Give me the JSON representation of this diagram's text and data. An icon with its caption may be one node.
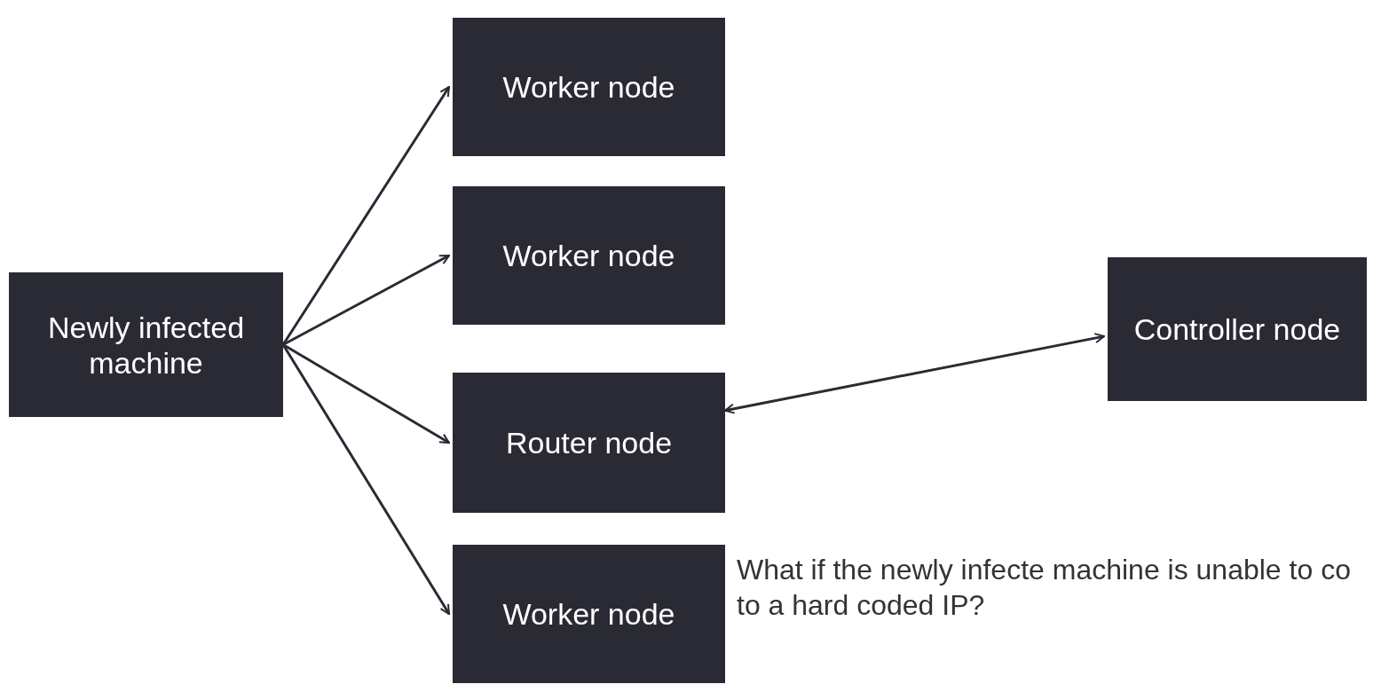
{
  "diagram": {
    "nodes": [
      {
        "text": [
          "Newly infected machine"
        ]
      },
      {
        "text": [
          "Worker node"
        ]
      },
      {
        "text": [
          "Worker node"
        ]
      },
      {
        "text": [
          "Router node"
        ]
      },
      {
        "text": [
          "Worker node"
        ]
      },
      {
        "text": [
          "Controller node"
        ]
      }
    ],
    "edges": [
      {
        "from": 0,
        "to": 1,
        "arrow": "to"
      },
      {
        "from": 0,
        "to": 2,
        "arrow": "to"
      },
      {
        "from": 0,
        "to": 3,
        "arrow": "to"
      },
      {
        "from": 0,
        "to": 4,
        "arrow": "to"
      },
      {
        "from": 3,
        "to": 5,
        "arrow": "both"
      }
    ],
    "labels": [
      "What if the newly infecte machine is unable to co to a hard coded IP?"
    ]
  }
}
